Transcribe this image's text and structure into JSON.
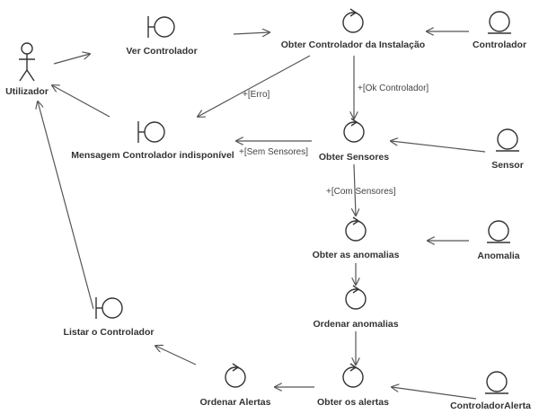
{
  "diagram": {
    "nodes": {
      "utilizador": {
        "label": "Utilizador",
        "kind": "actor"
      },
      "ver_controlador": {
        "label": "Ver Controlador",
        "kind": "boundary"
      },
      "mensagem": {
        "label": "Mensagem Controlador indisponível",
        "kind": "boundary"
      },
      "listar": {
        "label": "Listar o Controlador",
        "kind": "boundary"
      },
      "obter_controlador": {
        "label": "Obter Controlador da Instalação",
        "kind": "control"
      },
      "obter_sensores": {
        "label": "Obter Sensores",
        "kind": "control"
      },
      "obter_anomalias": {
        "label": "Obter as anomalias",
        "kind": "control"
      },
      "ordenar_anomalias": {
        "label": "Ordenar anomalias",
        "kind": "control"
      },
      "obter_alertas": {
        "label": "Obter os alertas",
        "kind": "control"
      },
      "ordenar_alertas": {
        "label": "Ordenar Alertas",
        "kind": "control"
      },
      "controlador": {
        "label": "Controlador",
        "kind": "entity"
      },
      "sensor": {
        "label": "Sensor",
        "kind": "entity"
      },
      "anomalia": {
        "label": "Anomalia",
        "kind": "entity"
      },
      "controlador_alerta": {
        "label": "ControladorAlerta",
        "kind": "entity"
      }
    },
    "guards": {
      "erro": "+[Erro]",
      "ok_controlador": "+[Ok Controlador]",
      "sem_sensores": "+[Sem Sensores]",
      "com_sensores": "+[Com Sensores]"
    },
    "edges": [
      {
        "from": "utilizador",
        "to": "ver_controlador"
      },
      {
        "from": "ver_controlador",
        "to": "obter_controlador"
      },
      {
        "from": "controlador",
        "to": "obter_controlador"
      },
      {
        "from": "obter_controlador",
        "to": "mensagem",
        "guard": "erro"
      },
      {
        "from": "obter_controlador",
        "to": "obter_sensores",
        "guard": "ok_controlador"
      },
      {
        "from": "mensagem",
        "to": "utilizador"
      },
      {
        "from": "sensor",
        "to": "obter_sensores"
      },
      {
        "from": "obter_sensores",
        "to": "mensagem",
        "guard": "sem_sensores"
      },
      {
        "from": "obter_sensores",
        "to": "obter_anomalias",
        "guard": "com_sensores"
      },
      {
        "from": "anomalia",
        "to": "obter_anomalias"
      },
      {
        "from": "obter_anomalias",
        "to": "ordenar_anomalias"
      },
      {
        "from": "ordenar_anomalias",
        "to": "obter_alertas"
      },
      {
        "from": "controlador_alerta",
        "to": "obter_alertas"
      },
      {
        "from": "obter_alertas",
        "to": "ordenar_alertas"
      },
      {
        "from": "ordenar_alertas",
        "to": "listar"
      },
      {
        "from": "listar",
        "to": "utilizador"
      }
    ]
  }
}
